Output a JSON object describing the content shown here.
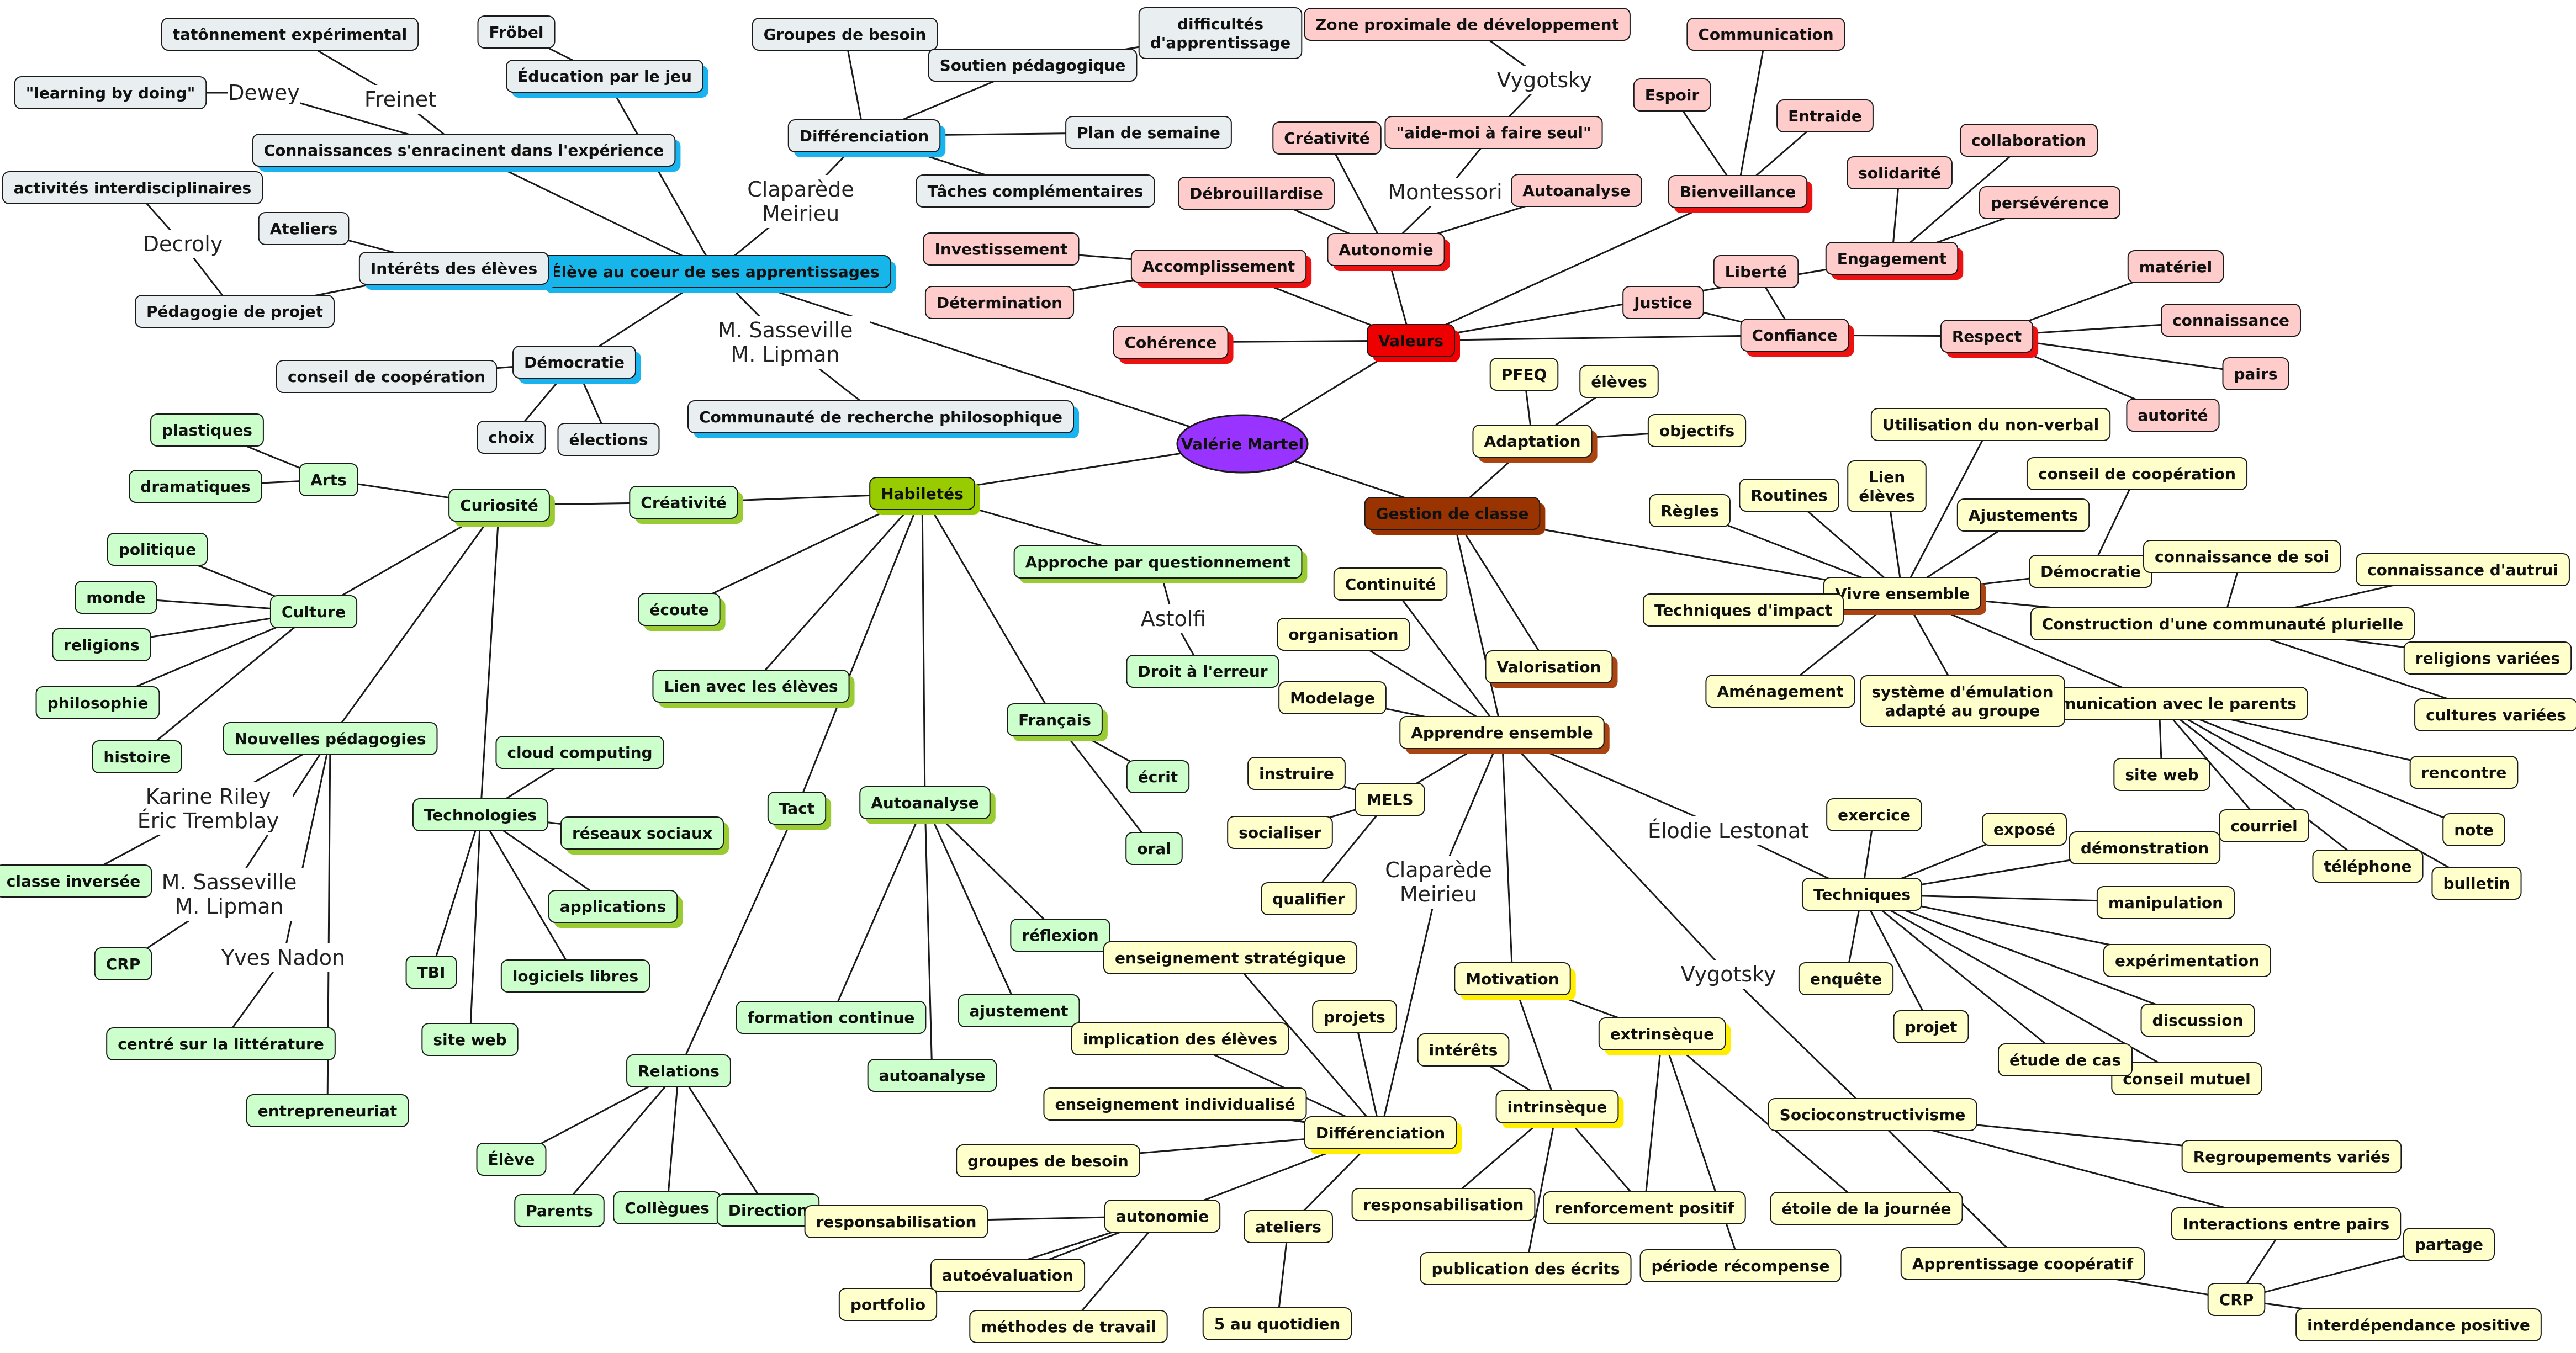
{
  "center": {
    "label": "Valérie Martel",
    "color": "#9933ff"
  },
  "palette": {
    "blue": {
      "fill": "#e9eff1",
      "hub": "#16b6ea",
      "shadow": "#19b4f0"
    },
    "red": {
      "fill": "#ffcccc",
      "hub": "#ee0000",
      "shadow": "#ee1111"
    },
    "green": {
      "fill": "#ccffcc",
      "hub": "#99cc00",
      "shadow": "#99cc33"
    },
    "brown": {
      "fill": "#ffffcc",
      "hub": "#993300",
      "shadow": "#aa4411"
    },
    "yellow_shadow": "#ffee00",
    "edge": "#1a1a1a"
  },
  "nodes": [
    {
      "id": "center",
      "label": "Valérie Martel",
      "kind": "center"
    },
    {
      "id": "eleve",
      "label": "Élève au coeur de ses apprentissages",
      "c": "blue",
      "hub": true
    },
    {
      "id": "tatonnement",
      "label": "tatônnement expérimental",
      "c": "blue"
    },
    {
      "id": "froebel",
      "label": "Fröbel",
      "c": "blue"
    },
    {
      "id": "edujeu",
      "label": "Éducation par le jeu",
      "c": "blue",
      "shadow": true
    },
    {
      "id": "learning",
      "label": "\"learning by doing\"",
      "c": "blue"
    },
    {
      "id": "connaissances",
      "label": "Connaissances s'enracinent dans l'expérience",
      "c": "blue",
      "shadow": true
    },
    {
      "id": "interdisc",
      "label": "activités interdisciplinaires",
      "c": "blue"
    },
    {
      "id": "ateliersB",
      "label": "Ateliers",
      "c": "blue"
    },
    {
      "id": "interets",
      "label": "Intérêts des élèves",
      "c": "blue",
      "shadow": true
    },
    {
      "id": "pedaprojet",
      "label": "Pédagogie de projet",
      "c": "blue"
    },
    {
      "id": "groupesB",
      "label": "Groupes de besoin",
      "c": "blue"
    },
    {
      "id": "soutien",
      "label": "Soutien pédagogique",
      "c": "blue"
    },
    {
      "id": "difficultes",
      "label": "difficultés\nd'apprentissage",
      "c": "blue"
    },
    {
      "id": "differB",
      "label": "Différenciation",
      "c": "blue",
      "shadow": true
    },
    {
      "id": "plansem",
      "label": "Plan de semaine",
      "c": "blue"
    },
    {
      "id": "taches",
      "label": "Tâches complémentaires",
      "c": "blue"
    },
    {
      "id": "conseilB",
      "label": "conseil de coopération",
      "c": "blue"
    },
    {
      "id": "democB",
      "label": "Démocratie",
      "c": "blue",
      "shadow": true
    },
    {
      "id": "choix",
      "label": "choix",
      "c": "blue"
    },
    {
      "id": "elections",
      "label": "élections",
      "c": "blue"
    },
    {
      "id": "communaute",
      "label": "Communauté de recherche philosophique",
      "c": "blue",
      "shadow": true
    },
    {
      "id": "valeurs",
      "label": "Valeurs",
      "c": "red",
      "hub": true
    },
    {
      "id": "zpd",
      "label": "Zone proximale de développement",
      "c": "red"
    },
    {
      "id": "aidemoi",
      "label": "\"aide-moi à faire seul\"",
      "c": "red"
    },
    {
      "id": "creativiteR",
      "label": "Créativité",
      "c": "red"
    },
    {
      "id": "debrouillardise",
      "label": "Débrouillardise",
      "c": "red"
    },
    {
      "id": "autonomieR",
      "label": "Autonomie",
      "c": "red",
      "shadow": true
    },
    {
      "id": "autoanalyseR",
      "label": "Autoanalyse",
      "c": "red"
    },
    {
      "id": "communication",
      "label": "Communication",
      "c": "red"
    },
    {
      "id": "espoir",
      "label": "Espoir",
      "c": "red"
    },
    {
      "id": "entraide",
      "label": "Entraide",
      "c": "red"
    },
    {
      "id": "bienveillance",
      "label": "Bienveillance",
      "c": "red",
      "shadow": true
    },
    {
      "id": "collaboration",
      "label": "collaboration",
      "c": "red"
    },
    {
      "id": "solidarite",
      "label": "solidarité",
      "c": "red"
    },
    {
      "id": "perseverance",
      "label": "persévérence",
      "c": "red"
    },
    {
      "id": "engagement",
      "label": "Engagement",
      "c": "red",
      "shadow": true
    },
    {
      "id": "investissement",
      "label": "Investissement",
      "c": "red"
    },
    {
      "id": "accomplissement",
      "label": "Accomplissement",
      "c": "red",
      "shadow": true
    },
    {
      "id": "determination",
      "label": "Détermination",
      "c": "red"
    },
    {
      "id": "coherence",
      "label": "Cohérence",
      "c": "red",
      "shadow": true
    },
    {
      "id": "liberte",
      "label": "Liberté",
      "c": "red"
    },
    {
      "id": "justice",
      "label": "Justice",
      "c": "red"
    },
    {
      "id": "confiance",
      "label": "Confiance",
      "c": "red",
      "shadow": true
    },
    {
      "id": "respect",
      "label": "Respect",
      "c": "red",
      "shadow": true
    },
    {
      "id": "materiel",
      "label": "matériel",
      "c": "red"
    },
    {
      "id": "connaissanceR",
      "label": "connaissance",
      "c": "red"
    },
    {
      "id": "pairs",
      "label": "pairs",
      "c": "red"
    },
    {
      "id": "autorite",
      "label": "autorité",
      "c": "red"
    },
    {
      "id": "habiletes",
      "label": "Habiletés",
      "c": "green",
      "hub": true
    },
    {
      "id": "plastiques",
      "label": "plastiques",
      "c": "green"
    },
    {
      "id": "dramatiques",
      "label": "dramatiques",
      "c": "green"
    },
    {
      "id": "arts",
      "label": "Arts",
      "c": "green"
    },
    {
      "id": "curiosite",
      "label": "Curiosité",
      "c": "green",
      "shadow": true
    },
    {
      "id": "creativiteG",
      "label": "Créativité",
      "c": "green",
      "shadow": true
    },
    {
      "id": "politique",
      "label": "politique",
      "c": "green"
    },
    {
      "id": "monde",
      "label": "monde",
      "c": "green"
    },
    {
      "id": "religions",
      "label": "religions",
      "c": "green"
    },
    {
      "id": "philosophie",
      "label": "philosophie",
      "c": "green"
    },
    {
      "id": "histoire",
      "label": "histoire",
      "c": "green"
    },
    {
      "id": "culture",
      "label": "Culture",
      "c": "green"
    },
    {
      "id": "nouvpeda",
      "label": "Nouvelles pédagogies",
      "c": "green"
    },
    {
      "id": "classeinv",
      "label": "classe inversée",
      "c": "green"
    },
    {
      "id": "crpG",
      "label": "CRP",
      "c": "green"
    },
    {
      "id": "litterature",
      "label": "centré sur la littérature",
      "c": "green"
    },
    {
      "id": "entrepreneuriat",
      "label": "entrepreneuriat",
      "c": "green"
    },
    {
      "id": "cloud",
      "label": "cloud computing",
      "c": "green"
    },
    {
      "id": "technologies",
      "label": "Technologies",
      "c": "green"
    },
    {
      "id": "reseaux",
      "label": "réseaux sociaux",
      "c": "green",
      "shadow": true
    },
    {
      "id": "applications",
      "label": "applications",
      "c": "green",
      "shadow": true
    },
    {
      "id": "tbi",
      "label": "TBI",
      "c": "green"
    },
    {
      "id": "logiciels",
      "label": "logiciels libres",
      "c": "green"
    },
    {
      "id": "siteG",
      "label": "site web",
      "c": "green"
    },
    {
      "id": "ecoute",
      "label": "écoute",
      "c": "green",
      "shadow": true
    },
    {
      "id": "lienG",
      "label": "Lien avec les élèves",
      "c": "green",
      "shadow": true
    },
    {
      "id": "approche",
      "label": "Approche par questionnement",
      "c": "green",
      "shadow": true
    },
    {
      "id": "droit",
      "label": "Droit à l'erreur",
      "c": "green"
    },
    {
      "id": "francais",
      "label": "Français",
      "c": "green",
      "shadow": true
    },
    {
      "id": "ecrit",
      "label": "écrit",
      "c": "green"
    },
    {
      "id": "oral",
      "label": "oral",
      "c": "green"
    },
    {
      "id": "tact",
      "label": "Tact",
      "c": "green",
      "shadow": true
    },
    {
      "id": "autoanalyseG",
      "label": "Autoanalyse",
      "c": "green",
      "shadow": true
    },
    {
      "id": "reflexion",
      "label": "réflexion",
      "c": "green"
    },
    {
      "id": "formation",
      "label": "formation continue",
      "c": "green"
    },
    {
      "id": "ajustementG",
      "label": "ajustement",
      "c": "green"
    },
    {
      "id": "autoanalyseG2",
      "label": "autoanalyse",
      "c": "green"
    },
    {
      "id": "relations",
      "label": "Relations",
      "c": "green"
    },
    {
      "id": "eleveG",
      "label": "Élève",
      "c": "green"
    },
    {
      "id": "parents",
      "label": "Parents",
      "c": "green"
    },
    {
      "id": "collegues",
      "label": "Collègues",
      "c": "green"
    },
    {
      "id": "direction",
      "label": "Direction",
      "c": "green"
    },
    {
      "id": "gestion",
      "label": "Gestion de classe",
      "c": "brown",
      "hub": true
    },
    {
      "id": "pfeq",
      "label": "PFEQ",
      "c": "brown"
    },
    {
      "id": "elevesY",
      "label": "élèves",
      "c": "brown"
    },
    {
      "id": "adaptation",
      "label": "Adaptation",
      "c": "brown",
      "shadow": true
    },
    {
      "id": "objectifs",
      "label": "objectifs",
      "c": "brown"
    },
    {
      "id": "nonverbal",
      "label": "Utilisation du non-verbal",
      "c": "brown"
    },
    {
      "id": "regles",
      "label": "Règles",
      "c": "brown"
    },
    {
      "id": "routines",
      "label": "Routines",
      "c": "brown"
    },
    {
      "id": "lienY",
      "label": "Lien\nélèves",
      "c": "brown"
    },
    {
      "id": "ajustementsY",
      "label": "Ajustements",
      "c": "brown"
    },
    {
      "id": "conseilY",
      "label": "conseil de coopération",
      "c": "brown"
    },
    {
      "id": "democY",
      "label": "Démocratie",
      "c": "brown"
    },
    {
      "id": "vivre",
      "label": "Vivre ensemble",
      "c": "brown",
      "shadow": true
    },
    {
      "id": "connsoi",
      "label": "connaissance de soi",
      "c": "brown"
    },
    {
      "id": "connautrui",
      "label": "connaissance d'autrui",
      "c": "brown"
    },
    {
      "id": "construction",
      "label": "Construction d'une communauté plurielle",
      "c": "brown"
    },
    {
      "id": "religionsY",
      "label": "religions variées",
      "c": "brown"
    },
    {
      "id": "culturesY",
      "label": "cultures variées",
      "c": "brown"
    },
    {
      "id": "commparents",
      "label": "Communication avec le parents",
      "c": "brown"
    },
    {
      "id": "techimpact",
      "label": "Techniques d'impact",
      "c": "brown"
    },
    {
      "id": "amenagement",
      "label": "Aménagement",
      "c": "brown"
    },
    {
      "id": "emulation",
      "label": "système d'émulation\nadapté au groupe",
      "c": "brown"
    },
    {
      "id": "siteY",
      "label": "site web",
      "c": "brown"
    },
    {
      "id": "courriel",
      "label": "courriel",
      "c": "brown"
    },
    {
      "id": "telephone",
      "label": "téléphone",
      "c": "brown"
    },
    {
      "id": "rencontre",
      "label": "rencontre",
      "c": "brown"
    },
    {
      "id": "note",
      "label": "note",
      "c": "brown"
    },
    {
      "id": "bulletin",
      "label": "bulletin",
      "c": "brown"
    },
    {
      "id": "continuite",
      "label": "Continuité",
      "c": "brown"
    },
    {
      "id": "organisation",
      "label": "organisation",
      "c": "brown"
    },
    {
      "id": "valorisation",
      "label": "Valorisation",
      "c": "brown",
      "shadow": true
    },
    {
      "id": "modelage",
      "label": "Modelage",
      "c": "brown"
    },
    {
      "id": "apprendre",
      "label": "Apprendre ensemble",
      "c": "brown",
      "shadow": true
    },
    {
      "id": "instruire",
      "label": "instruire",
      "c": "brown"
    },
    {
      "id": "mels",
      "label": "MELS",
      "c": "brown"
    },
    {
      "id": "socialiser",
      "label": "socialiser",
      "c": "brown"
    },
    {
      "id": "qualifier",
      "label": "qualifier",
      "c": "brown"
    },
    {
      "id": "techniques",
      "label": "Techniques",
      "c": "brown"
    },
    {
      "id": "exercice",
      "label": "exercice",
      "c": "brown"
    },
    {
      "id": "expose",
      "label": "exposé",
      "c": "brown"
    },
    {
      "id": "demonstration",
      "label": "démonstration",
      "c": "brown"
    },
    {
      "id": "manipulation",
      "label": "manipulation",
      "c": "brown"
    },
    {
      "id": "experimentation",
      "label": "expérimentation",
      "c": "brown"
    },
    {
      "id": "discussion",
      "label": "discussion",
      "c": "brown"
    },
    {
      "id": "conseilmutuel",
      "label": "conseil mutuel",
      "c": "brown"
    },
    {
      "id": "etudecas",
      "label": "étude de cas",
      "c": "brown"
    },
    {
      "id": "projetY",
      "label": "projet",
      "c": "brown"
    },
    {
      "id": "enquete",
      "label": "enquête",
      "c": "brown"
    },
    {
      "id": "motivation",
      "label": "Motivation",
      "c": "brown",
      "shadow": "yellow"
    },
    {
      "id": "interetsY",
      "label": "intérêts",
      "c": "brown"
    },
    {
      "id": "intrinseque",
      "label": "intrinsèque",
      "c": "brown",
      "shadow": "yellow"
    },
    {
      "id": "extrinseque",
      "label": "extrinsèque",
      "c": "brown",
      "shadow": "yellow"
    },
    {
      "id": "responsY",
      "label": "responsabilisation",
      "c": "brown"
    },
    {
      "id": "publication",
      "label": "publication des écrits",
      "c": "brown"
    },
    {
      "id": "renforcement",
      "label": "renforcement positif",
      "c": "brown"
    },
    {
      "id": "periode",
      "label": "période récompense",
      "c": "brown"
    },
    {
      "id": "etoile",
      "label": "étoile de la journée",
      "c": "brown"
    },
    {
      "id": "socio",
      "label": "Socioconstructivisme",
      "c": "brown"
    },
    {
      "id": "regroupements",
      "label": "Regroupements variés",
      "c": "brown"
    },
    {
      "id": "interactions",
      "label": "Interactions entre pairs",
      "c": "brown"
    },
    {
      "id": "cooperatif",
      "label": "Apprentissage coopératif",
      "c": "brown"
    },
    {
      "id": "crpY",
      "label": "CRP",
      "c": "brown"
    },
    {
      "id": "partage",
      "label": "partage",
      "c": "brown"
    },
    {
      "id": "interdependance",
      "label": "interdépendance positive",
      "c": "brown"
    },
    {
      "id": "enseignstrat",
      "label": "enseignement stratégique",
      "c": "brown"
    },
    {
      "id": "projetsY",
      "label": "projets",
      "c": "brown"
    },
    {
      "id": "implication",
      "label": "implication des élèves",
      "c": "brown"
    },
    {
      "id": "enseignindiv",
      "label": "enseignement individualisé",
      "c": "brown"
    },
    {
      "id": "differY",
      "label": "Différenciation",
      "c": "brown",
      "shadow": "yellow"
    },
    {
      "id": "groupesY",
      "label": "groupes de besoin",
      "c": "brown"
    },
    {
      "id": "responsY2",
      "label": "responsabilisation",
      "c": "brown"
    },
    {
      "id": "autonomieY",
      "label": "autonomie",
      "c": "brown"
    },
    {
      "id": "autoeval",
      "label": "autoévaluation",
      "c": "brown"
    },
    {
      "id": "portfolio",
      "label": "portfolio",
      "c": "brown"
    },
    {
      "id": "methodes",
      "label": "méthodes de travail",
      "c": "brown"
    },
    {
      "id": "ateliersY",
      "label": "ateliers",
      "c": "brown"
    },
    {
      "id": "cinqquot",
      "label": "5 au quotidien",
      "c": "brown"
    }
  ],
  "labels": [
    {
      "id": "t_freinet",
      "text": "Freinet"
    },
    {
      "id": "t_dewey",
      "text": "Dewey"
    },
    {
      "id": "t_decroly",
      "text": "Decroly"
    },
    {
      "id": "t_claparede1",
      "text": "Claparède\nMeirieu"
    },
    {
      "id": "t_sasseville1",
      "text": "M. Sasseville\nM. Lipman"
    },
    {
      "id": "t_vygotsky1",
      "text": "Vygotsky"
    },
    {
      "id": "t_montessori",
      "text": "Montessori"
    },
    {
      "id": "t_astolfi",
      "text": "Astolfi"
    },
    {
      "id": "t_riley",
      "text": "Karine Riley\nÉric Tremblay"
    },
    {
      "id": "t_sasseville2",
      "text": "M. Sasseville\nM. Lipman"
    },
    {
      "id": "t_nadon",
      "text": "Yves Nadon"
    },
    {
      "id": "t_claparede2",
      "text": "Claparède\nMeirieu"
    },
    {
      "id": "t_lestonat",
      "text": "Élodie Lestonat"
    },
    {
      "id": "t_vygotsky2",
      "text": "Vygotsky"
    }
  ]
}
